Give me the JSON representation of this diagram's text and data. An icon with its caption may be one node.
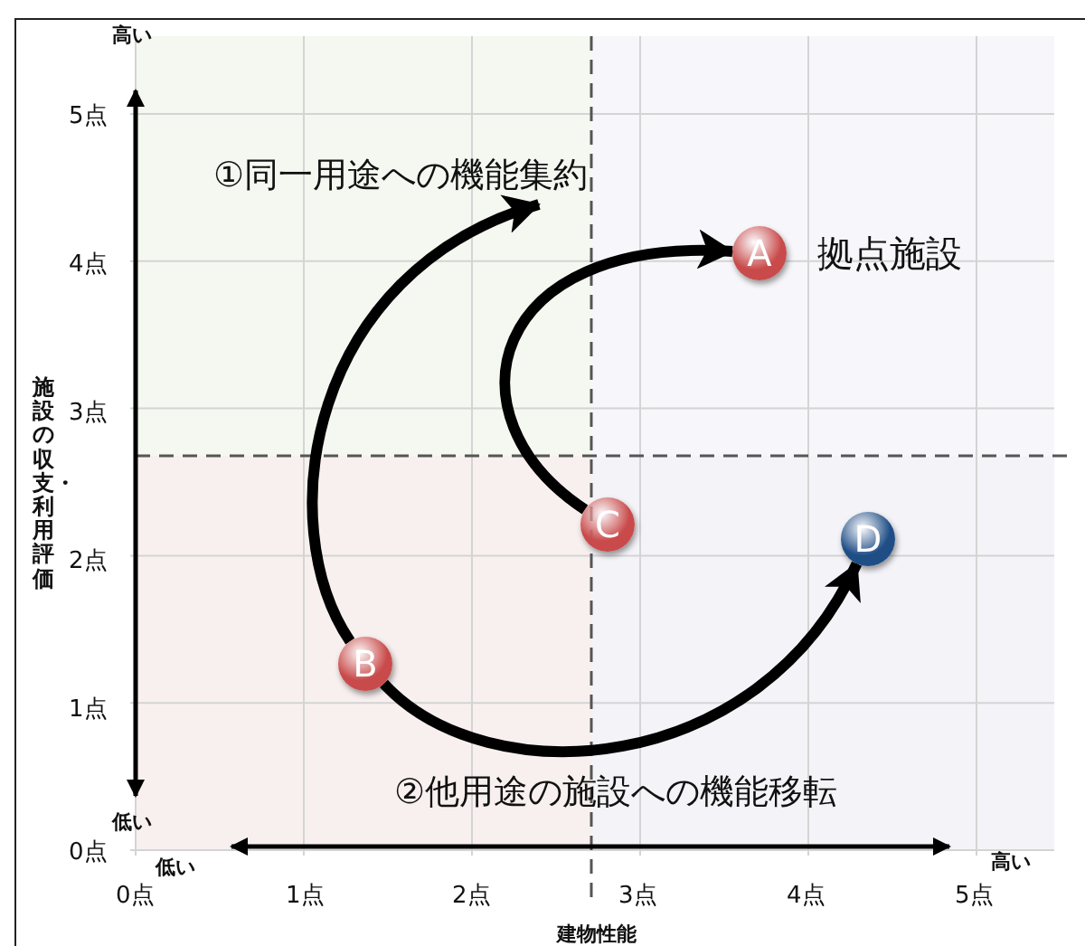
{
  "diagram": {
    "nodes": [
      {
        "text": [
          "A"
        ],
        "beside": [
          "拠点施設"
        ]
      },
      {
        "text": [
          "B"
        ]
      },
      {
        "text": [
          "C"
        ]
      },
      {
        "text": [
          "D"
        ]
      },
      {
        "text": [
          "①同一用途への機能集約"
        ]
      }
    ],
    "edges": [
      {
        "from": 1,
        "to": 4,
        "arrow": "to"
      },
      {
        "from": 2,
        "to": 0,
        "arrow": "to"
      },
      {
        "from": 1,
        "to": 3,
        "arrow": "to"
      }
    ],
    "labels": [
      "高い",
      "5点",
      "4点",
      "3点",
      "施設の収支・利用評価",
      "2点",
      "1点",
      "低い",
      "0点",
      "低い",
      "②他用途の施設への機能移転",
      "高い",
      "0点",
      "1点",
      "2点",
      "3点",
      "4点",
      "5点",
      "建物性能"
    ]
  }
}
